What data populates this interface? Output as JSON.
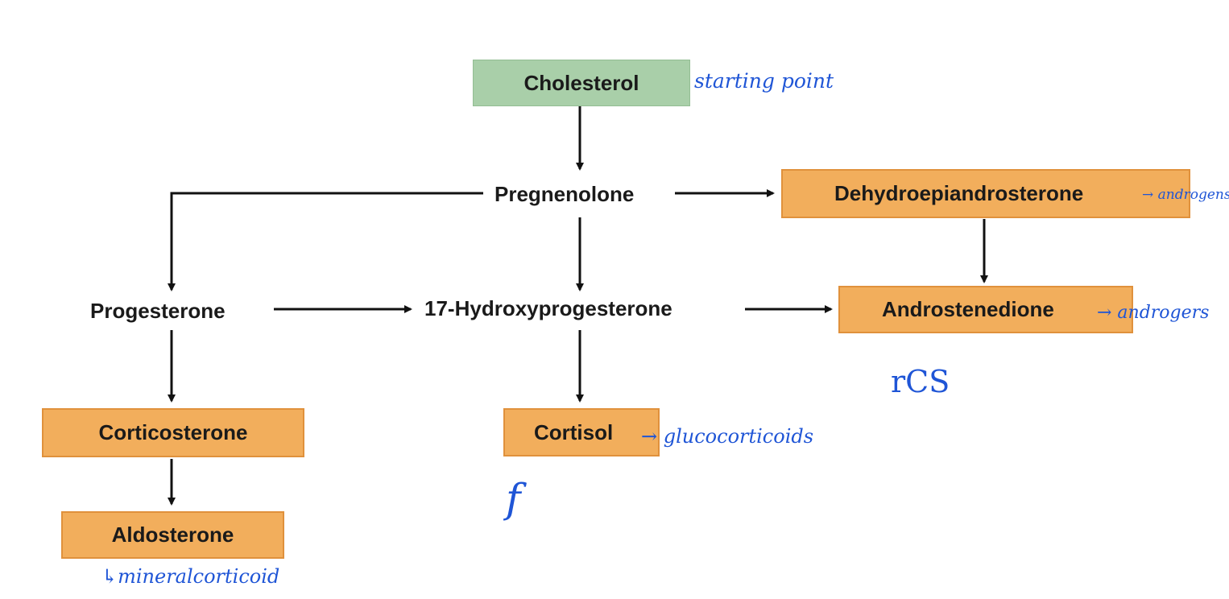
{
  "nodes": {
    "cholesterol": "Cholesterol",
    "pregnenolone": "Pregnenolone",
    "dhea": "Dehydroepiandrosterone",
    "progesterone": "Progesterone",
    "hydroxyprogesterone": "17-Hydroxyprogesterone",
    "androstenedione": "Androstenedione",
    "corticosterone": "Corticosterone",
    "cortisol": "Cortisol",
    "aldosterone": "Aldosterone"
  },
  "annotations": {
    "starting_point": "starting point",
    "dhea_note": "→ androgens",
    "androstenedione_note": "→ androgers",
    "zone_r": "rCS",
    "cortisol_note": "→ glucocorticoids",
    "zone_f": "f",
    "aldosterone_note": "↳mineralcorticoid"
  },
  "colors": {
    "box_orange": "#f2ae5c",
    "box_green": "#a9cfa9",
    "annotation_blue": "#1f55d6"
  }
}
